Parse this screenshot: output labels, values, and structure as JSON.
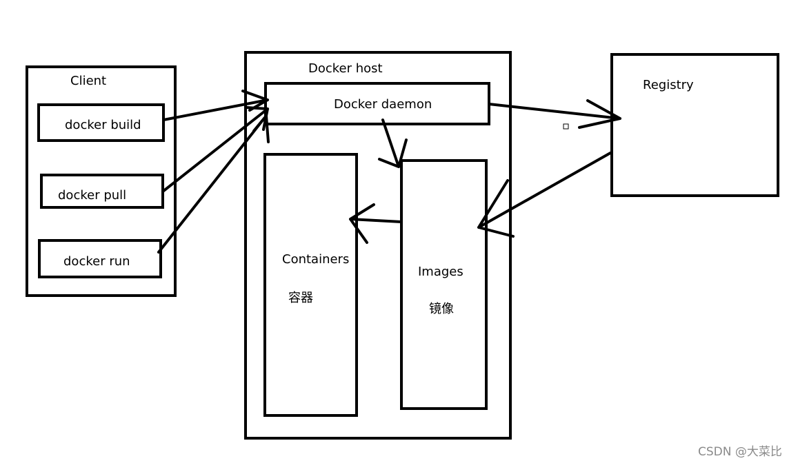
{
  "client": {
    "title": "Client",
    "commands": {
      "build": "docker build",
      "pull": "docker pull",
      "run": "docker run"
    }
  },
  "host": {
    "title": "Docker host",
    "daemon": "Docker daemon",
    "containers": {
      "label": "Containers",
      "label_cn": "容器"
    },
    "images": {
      "label": "Images",
      "label_cn": "镜像"
    }
  },
  "registry": {
    "title": "Registry"
  },
  "watermark": "CSDN @大菜比",
  "colors": {
    "stroke": "#000000",
    "background": "#ffffff",
    "watermark": "#8a8a8a"
  }
}
